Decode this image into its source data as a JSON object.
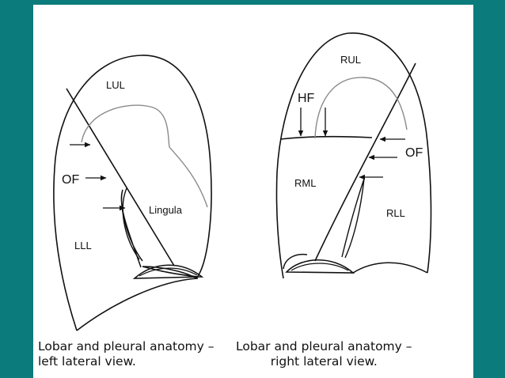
{
  "colors": {
    "background": "#0b7b7b",
    "slide": "#ffffff",
    "line": "#111111",
    "pleural_line": "#8a8a8a"
  },
  "left_diagram": {
    "labels": {
      "lul": "LUL",
      "of": "OF",
      "lingula": "Lingula",
      "lll": "LLL"
    },
    "caption_line1": "Lobar and pleural anatomy –",
    "caption_line2": "left lateral view."
  },
  "right_diagram": {
    "labels": {
      "rul": "RUL",
      "hf": "HF",
      "of": "OF",
      "rml": "RML",
      "rll": "RLL"
    },
    "caption_line1": "Lobar and pleural anatomy –",
    "caption_line2": "right lateral view."
  }
}
